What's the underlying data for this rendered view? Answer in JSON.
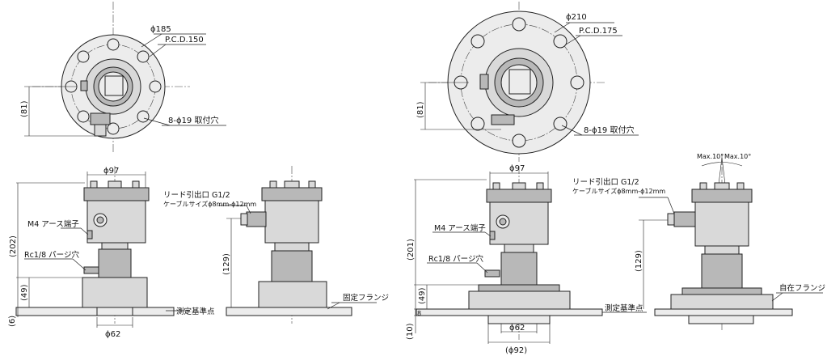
{
  "left_drawing": {
    "top_view": {
      "flange_diameter": "ϕ185",
      "pcd": "P.C.D.150",
      "holes": "8-ϕ19 取付穴",
      "height_dim": "(81)"
    },
    "front_view": {
      "housing_diameter": "ϕ97",
      "earth_terminal": "M4 アース端子",
      "purge_hole": "Rc1/8 パージ穴",
      "total_height": "(202)",
      "lower_height": "(49)",
      "base_height": "(6)",
      "bottom_diameter": "ϕ62",
      "reference_point": "測定基準点"
    },
    "side_view": {
      "cable_outlet": "リード引出口 G1/2",
      "cable_size": "ケーブルサイズϕ8mm-ϕ12mm",
      "height": "(129)",
      "flange_type": "固定フランジ"
    }
  },
  "right_drawing": {
    "top_view": {
      "flange_diameter": "ϕ210",
      "pcd": "P.C.D.175",
      "holes": "8-ϕ19 取付穴",
      "height_dim": "(81)"
    },
    "front_view": {
      "housing_diameter": "ϕ97",
      "earth_terminal": "M4 アース端子",
      "purge_hole": "Rc1/8 パージ穴",
      "total_height": "(201)",
      "lower_height": "(49)",
      "flange_thickness": "8",
      "base_height": "(10)",
      "bottom_diameter": "ϕ62",
      "outer_diameter": "(ϕ92)",
      "reference_point": "測定基準点"
    },
    "side_view": {
      "cable_outlet": "リード引出口 G1/2",
      "cable_size": "ケーブルサイズϕ8mm-ϕ12mm",
      "height": "(129)",
      "tilt_left": "Max.10°",
      "tilt_right": "Max.10°",
      "flange_type": "自在フランジ"
    }
  }
}
